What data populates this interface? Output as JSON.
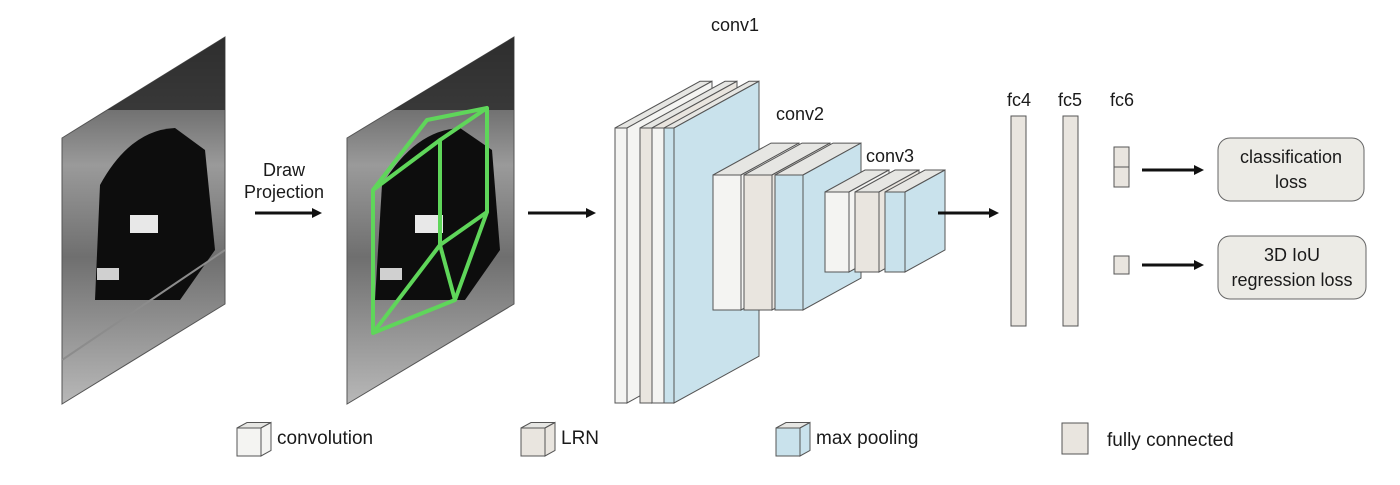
{
  "step_label": {
    "line1": "Draw",
    "line2": "Projection"
  },
  "layers": {
    "conv1": "conv1",
    "conv2": "conv2",
    "conv3": "conv3",
    "fc4": "fc4",
    "fc5": "fc5",
    "fc6": "fc6"
  },
  "outputs": {
    "classification": {
      "line1": "classification",
      "line2": "loss"
    },
    "regression": {
      "line1": "3D IoU",
      "line2": "regression loss"
    }
  },
  "legend": {
    "convolution": "convolution",
    "lrn": "LRN",
    "max_pooling": "max pooling",
    "fully_connected": "fully connected"
  },
  "colors": {
    "convolution": "#f4f4f2",
    "lrn": "#e9e5df",
    "max_pooling": "#c9e2ec",
    "fully_connected": "#e9e5df",
    "projection_box": "#5fd65a",
    "loss_box": "#ecebe6"
  }
}
